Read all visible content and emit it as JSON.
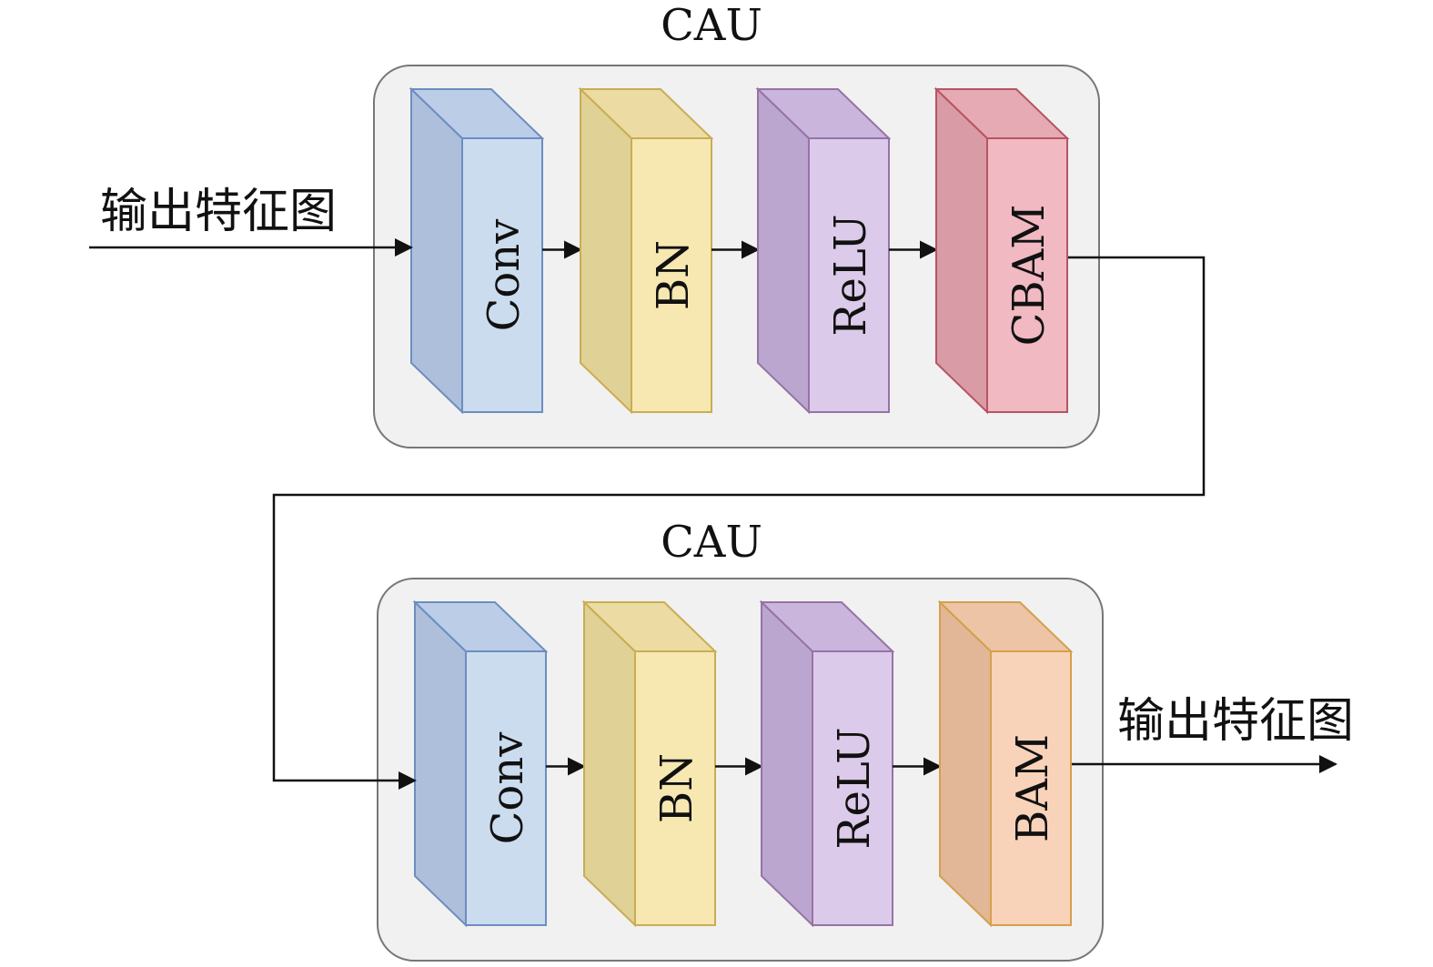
{
  "units": [
    {
      "title": "CAU",
      "blocks": [
        {
          "label": "Conv",
          "kind": "conv"
        },
        {
          "label": "BN",
          "kind": "bn"
        },
        {
          "label": "ReLU",
          "kind": "relu"
        },
        {
          "label": "CBAM",
          "kind": "cbam"
        }
      ]
    },
    {
      "title": "CAU",
      "blocks": [
        {
          "label": "Conv",
          "kind": "conv"
        },
        {
          "label": "BN",
          "kind": "bn"
        },
        {
          "label": "ReLU",
          "kind": "relu"
        },
        {
          "label": "BAM",
          "kind": "bam"
        }
      ]
    }
  ],
  "input_label": "输出特征图",
  "output_label": "输出特征图",
  "colors": {
    "conv": {
      "front": "#ccdcef",
      "side": "#aebfdc",
      "top": "#bccde8",
      "stroke": "#6c8ebf"
    },
    "bn": {
      "front": "#f7e7b1",
      "side": "#e0d196",
      "top": "#ecdca3",
      "stroke": "#c9ad54"
    },
    "relu": {
      "front": "#dccaea",
      "side": "#bba6d0",
      "top": "#cab6dd",
      "stroke": "#9673a6"
    },
    "cbam": {
      "front": "#f1b9c2",
      "side": "#d99ca6",
      "top": "#e6aab4",
      "stroke": "#b85462"
    },
    "bam": {
      "front": "#f8d3ba",
      "side": "#e2b797",
      "top": "#eec4a7",
      "stroke": "#d4a04a"
    },
    "panel_fill": "#f1f1f1",
    "panel_stroke": "#777777",
    "line": "#111111"
  }
}
